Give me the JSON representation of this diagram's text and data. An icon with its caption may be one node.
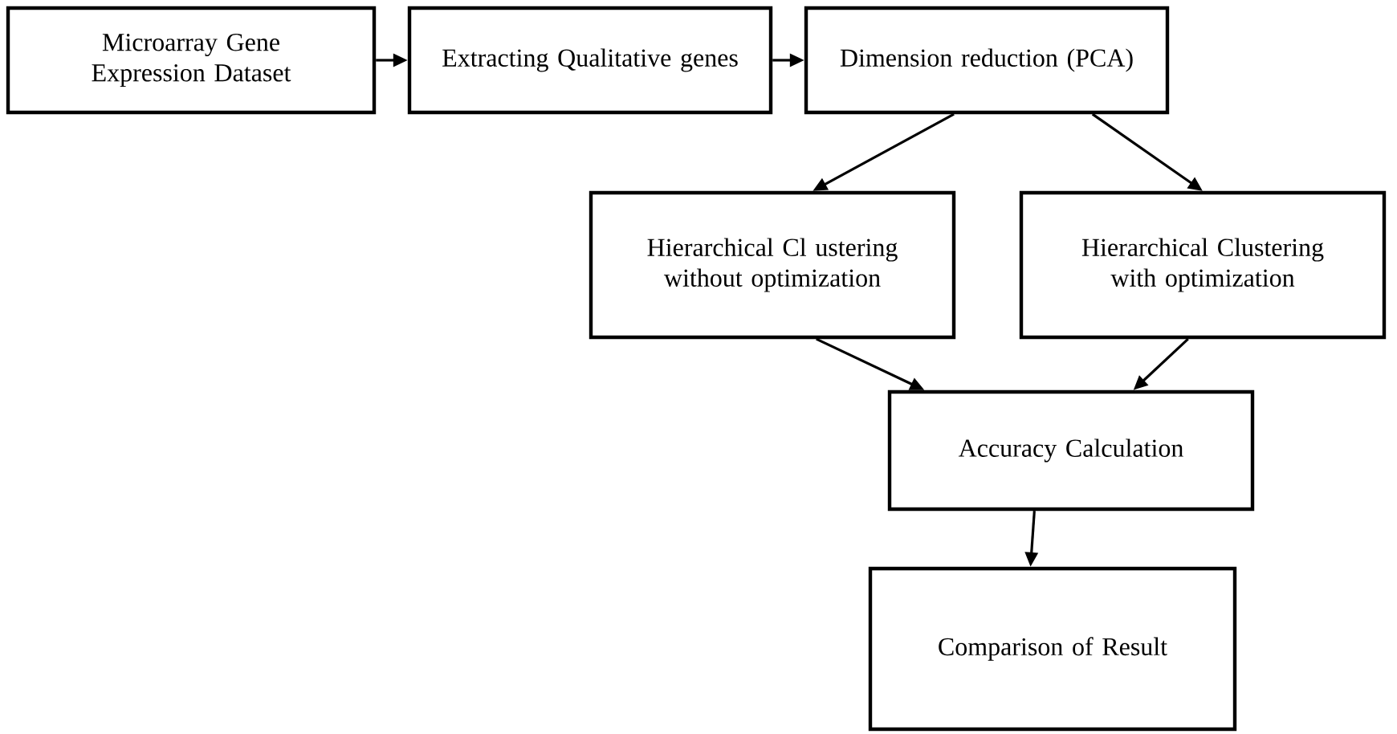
{
  "diagram": {
    "nodes": [
      {
        "text": [
          "Microarray Gene Expression Dataset"
        ]
      },
      {
        "text": [
          "Extracting Qualitative genes"
        ]
      },
      {
        "text": [
          "Dimension reduction (PCA)"
        ]
      },
      {
        "text": [
          "Hierarchical Cl ustering without optimization"
        ]
      },
      {
        "text": [
          "Hierarchical Clustering with optimization"
        ]
      },
      {
        "text": [
          "Accuracy Calculation"
        ]
      },
      {
        "text": [
          "Comparison of Result"
        ]
      }
    ],
    "edges": [
      {
        "from": 0,
        "to": 1,
        "arrow": "to"
      },
      {
        "from": 1,
        "to": 2,
        "arrow": "to"
      },
      {
        "from": 2,
        "to": 3,
        "arrow": "to"
      },
      {
        "from": 2,
        "to": 4,
        "arrow": "to"
      },
      {
        "from": 3,
        "to": 5,
        "arrow": "to"
      },
      {
        "from": 4,
        "to": 5,
        "arrow": "to"
      },
      {
        "from": 5,
        "to": 6,
        "arrow": "to"
      }
    ]
  }
}
